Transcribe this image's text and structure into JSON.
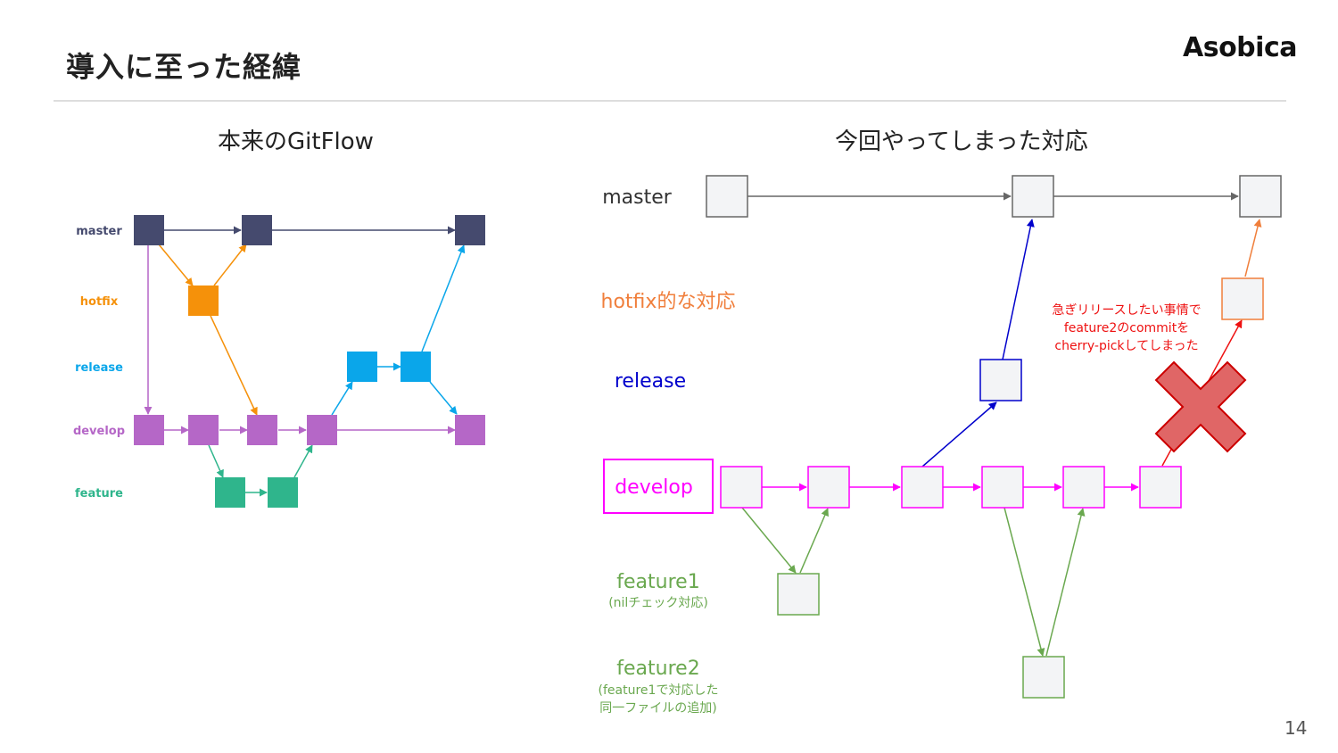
{
  "slide": {
    "title": "導入に至った経緯",
    "logo": "Asobica",
    "page_number": "14"
  },
  "left": {
    "title": "本来のGitFlow",
    "labels": {
      "master": "master",
      "hotfix": "hotfix",
      "release": "release",
      "develop": "develop",
      "feature": "feature"
    },
    "colors": {
      "master": "#454a6e",
      "hotfix": "#f5910a",
      "release": "#0aa6ea",
      "develop": "#b567c7",
      "feature": "#2fb58c"
    }
  },
  "right": {
    "title": "今回やってしまった対応",
    "labels": {
      "master": "master",
      "hotfix": "hotfix的な対応",
      "release": "release",
      "develop": "develop",
      "feature1": "feature1",
      "feature1_note": "(nilチェック対応)",
      "feature2": "feature2",
      "feature2_note_1": "(feature1で対応した",
      "feature2_note_2": "同一ファイルの追加)"
    },
    "annotation": {
      "line1": "急ぎリリースしたい事情で",
      "line2": "feature2のcommitを",
      "line3": "cherry-pickしてしまった"
    },
    "colors": {
      "master": "#666666",
      "hotfix": "#f07f3c",
      "release": "#0000cc",
      "develop": "#ff00ff",
      "feature": "#6aa84f",
      "annotation": "#ee1111",
      "cross": "#e06666"
    }
  }
}
